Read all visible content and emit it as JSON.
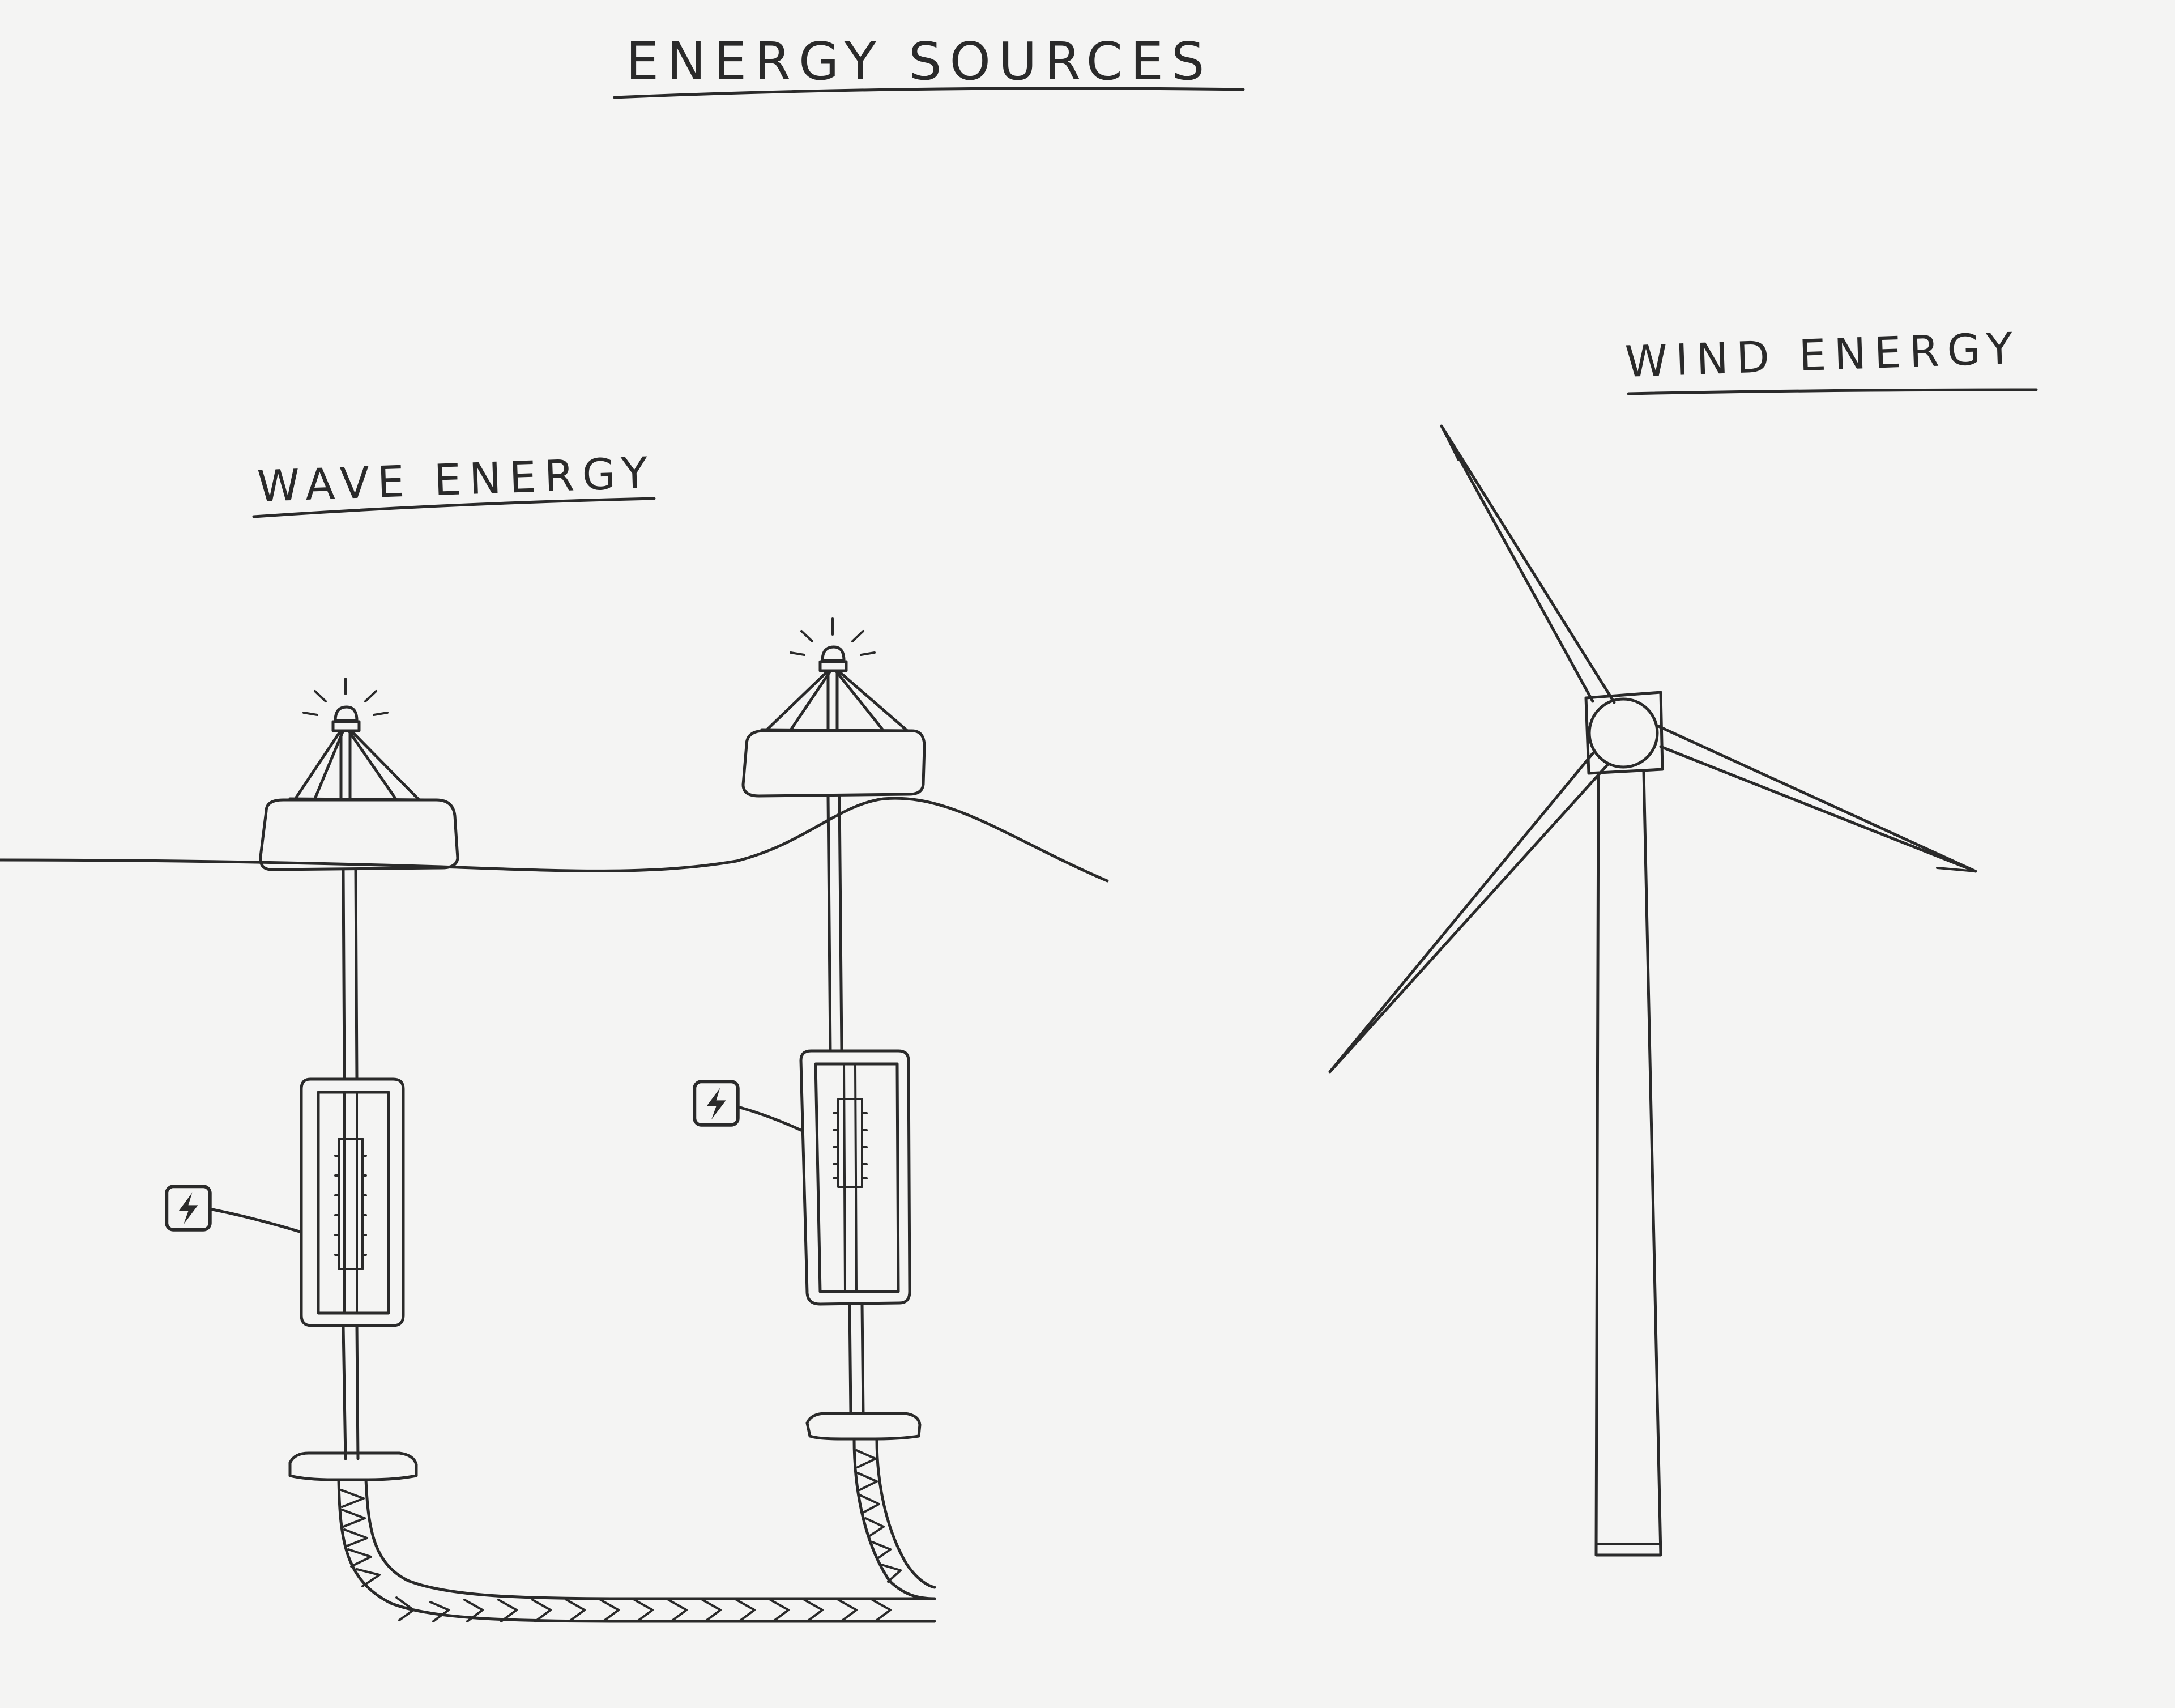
{
  "title": "ENERGY SOURCES",
  "sections": {
    "wave": {
      "label": "WAVE ENERGY"
    },
    "wind": {
      "label": "WIND ENERGY"
    }
  },
  "icons": {
    "generator": "lightning-bolt-icon",
    "buoy_light": "beacon-light-icon"
  },
  "colors": {
    "ink": "#2a2a2a",
    "paper": "#f4f4f3"
  }
}
